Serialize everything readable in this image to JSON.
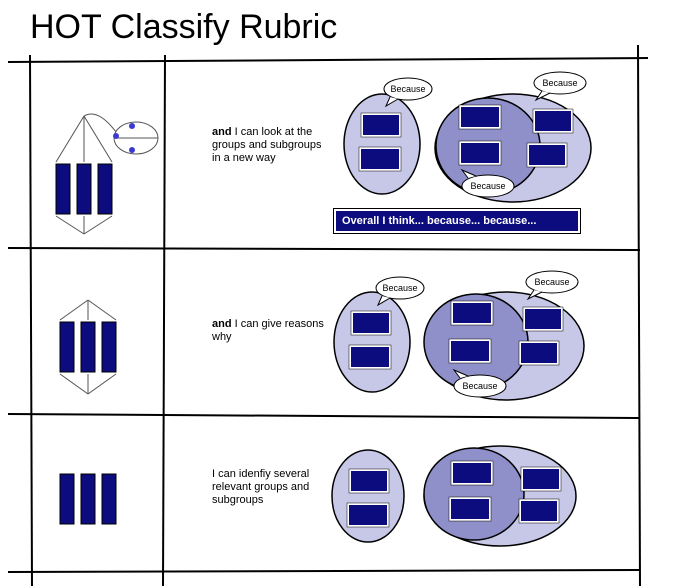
{
  "title": "HOT Classify Rubric",
  "colors": {
    "dark_blue": "#0c0c7e",
    "light_lavender": "#c7c8e8",
    "mid_lavender": "#8f8fc9",
    "line": "#000000"
  },
  "rows": [
    {
      "bold": "and",
      "text": " I can look at the groups and subgroups in a new way",
      "bubbles": [
        "Because",
        "Because",
        "Because"
      ],
      "overall": "Overall I think... because... because..."
    },
    {
      "bold": "and",
      "text": " I can give reasons why",
      "bubbles": [
        "Because",
        "Because",
        "Because"
      ]
    },
    {
      "bold": "",
      "text": "I can idenfiy several relevant groups and subgroups",
      "bubbles": []
    }
  ]
}
